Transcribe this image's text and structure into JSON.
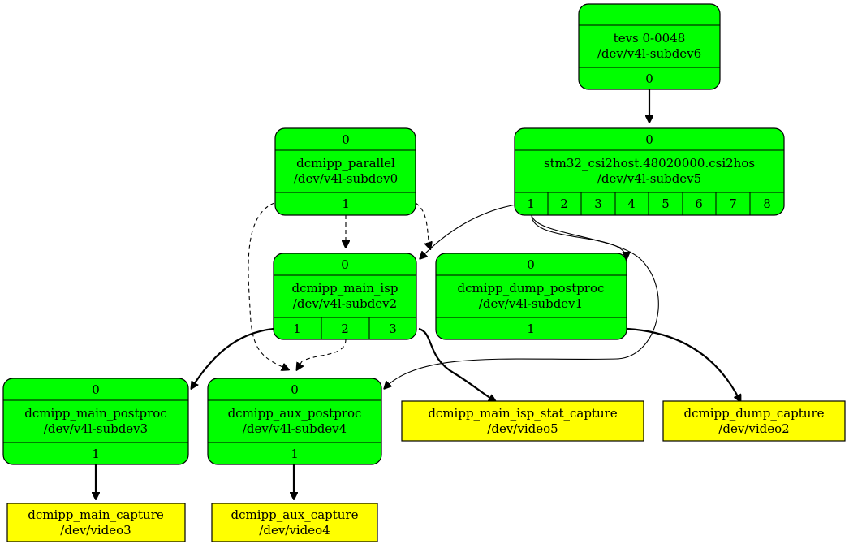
{
  "entities": {
    "tevs": {
      "name": "tevs 0-0048",
      "device": "/dev/v4l-subdev6",
      "pad_out": "0"
    },
    "csi2host": {
      "pad_in": "0",
      "name": "stm32_csi2host.48020000.csi2hos",
      "device": "/dev/v4l-subdev5",
      "pads_out": [
        "1",
        "2",
        "3",
        "4",
        "5",
        "6",
        "7",
        "8"
      ]
    },
    "parallel": {
      "pad_in": "0",
      "name": "dcmipp_parallel",
      "device": "/dev/v4l-subdev0",
      "pad_out": "1"
    },
    "main_isp": {
      "pad_in": "0",
      "name": "dcmipp_main_isp",
      "device": "/dev/v4l-subdev2",
      "pads_out": [
        "1",
        "2",
        "3"
      ]
    },
    "dump_postproc": {
      "pad_in": "0",
      "name": "dcmipp_dump_postproc",
      "device": "/dev/v4l-subdev1",
      "pad_out": "1"
    },
    "main_postproc": {
      "pad_in": "0",
      "name": "dcmipp_main_postproc",
      "device": "/dev/v4l-subdev3",
      "pad_out": "1"
    },
    "aux_postproc": {
      "pad_in": "0",
      "name": "dcmipp_aux_postproc",
      "device": "/dev/v4l-subdev4",
      "pad_out": "1"
    },
    "main_isp_stat_capture": {
      "name": "dcmipp_main_isp_stat_capture",
      "device": "/dev/video5"
    },
    "dump_capture": {
      "name": "dcmipp_dump_capture",
      "device": "/dev/video2"
    },
    "main_capture": {
      "name": "dcmipp_main_capture",
      "device": "/dev/video3"
    },
    "aux_capture": {
      "name": "dcmipp_aux_capture",
      "device": "/dev/video4"
    }
  },
  "colors": {
    "subdev_fill": "#00ff00",
    "video_fill": "#ffff00",
    "stroke": "#000000"
  }
}
